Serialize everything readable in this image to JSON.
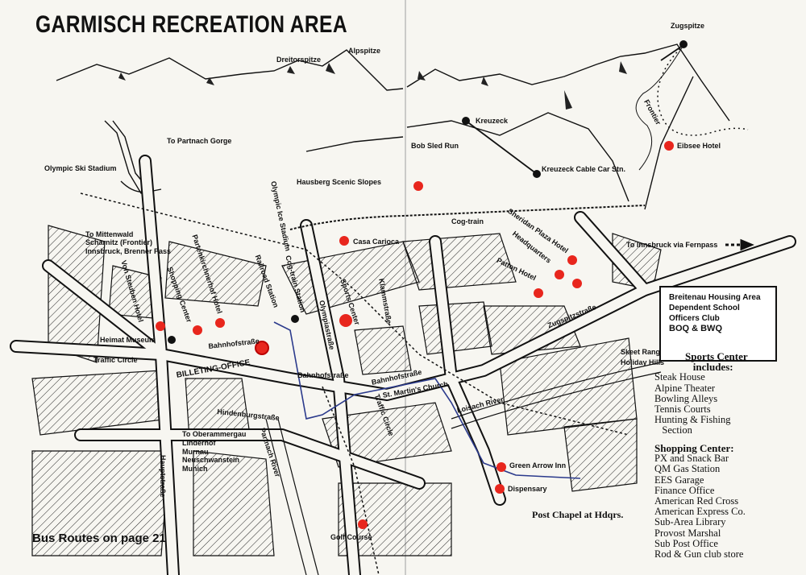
{
  "title": "GARMISCH RECREATION AREA",
  "footer": "Bus Routes on page 21",
  "colors": {
    "point": "#e8261d",
    "ink": "#111111",
    "route": "#2b3a8c",
    "paper": "#f7f6f1"
  },
  "labels": {
    "zugspitze": "Zugspitze",
    "dreitorspitze": "Dreitorspitze",
    "alpspitze": "Alpspitze",
    "kreuzeck": "Kreuzeck",
    "frontier": "Frontier",
    "eibsee": "Eibsee Hotel",
    "bobsled": "Bob Sled Run",
    "cablecar": "Kreuzeck Cable Car Stn.",
    "partnach": "To Partnach Gorge",
    "skistadium": "Olympic Ski Stadium",
    "hausberg": "Hausberg Scenic Slopes",
    "icestadium": "Olympic Ice Stadium",
    "cogtrain": "Cog-train",
    "sheridan": "Sheridan Plaza Hotel",
    "hq": "Headquarters",
    "patton": "Patton Hotel",
    "innsbruck": "To Innsbruck via Fernpass",
    "casa": "Casa Carioca",
    "mittenwald": "To Mittenwald\nScharnitz (Frontier)\nInnsbruck, Brenner Pass",
    "vonsteuben": "Von Steuben Hotel",
    "shopping": "Shopping Center",
    "partenkirchner": "Partenkirchnerhof Hotel",
    "railroad": "Railroad Station",
    "cogstation": "Cog-train Station",
    "sports": "Sports Center",
    "olympia": "Olympiastraße",
    "klamm": "Klammstraße",
    "zugspitz": "Zugspitzstraße",
    "heimat": "Heimat Museum",
    "bahnhof1": "Bahnhofstraße",
    "billeting": "BILLETING-OFFICE",
    "traffic1": "Traffic Circle",
    "bahnhof2": "Bahnhofstraße",
    "bahnhof3": "Bahnhofstraße",
    "stmartins": "St. Martin's Church",
    "traffic2": "Traffic Circle",
    "hindenburg": "Hindenburgstraße",
    "oberammergau": "To Oberammergau\nLinderhof\nMurnau\nNeuschwanstein\nMunich",
    "haupt": "Hauptstraße",
    "partnachriver": "Partnach River",
    "loisach": "Loisach River",
    "greenarrow": "Green Arrow Inn",
    "dispensary": "Dispensary",
    "golf": "Golf Course",
    "skeet": "Skeet Range\nHoliday Hills",
    "chapel": "Post Chapel at Hdqrs."
  },
  "breitenau": [
    "Breitenau Housing Area",
    "Dependent School",
    "Officers Club",
    "BOQ & BWQ"
  ],
  "sports_center": {
    "heading": "Sports Center\n   includes:",
    "items": [
      "Steak House",
      "Alpine Theater",
      "Bowling Alleys",
      "Tennis Courts",
      "Hunting & Fishing\n   Section"
    ]
  },
  "shopping_center": {
    "heading": "Shopping Center:",
    "items": [
      "PX and Snack Bar",
      "QM Gas Station",
      "EES Garage",
      "Finance Office",
      "American Red Cross",
      "American Express Co.",
      "Sub-Area Library",
      "Provost Marshal",
      "Sub Post Office",
      "Rod & Gun club store"
    ]
  }
}
